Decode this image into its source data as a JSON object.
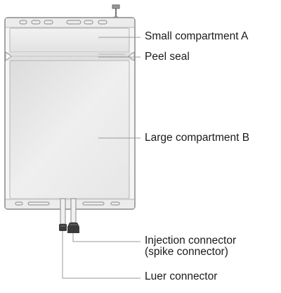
{
  "labels": {
    "small_compartment": "Small compartment A",
    "peel_seal": "Peel seal",
    "large_compartment": "Large compartment B",
    "injection_connector_line1": "Injection connector",
    "injection_connector_line2": "(spike connector)",
    "luer_connector": "Luer connector"
  },
  "colors": {
    "outline": "#8a8a8a",
    "bag_fill": "#e4e4e4",
    "leader_line": "#9a9a9a",
    "connector_dark": "#3a3a3a"
  }
}
